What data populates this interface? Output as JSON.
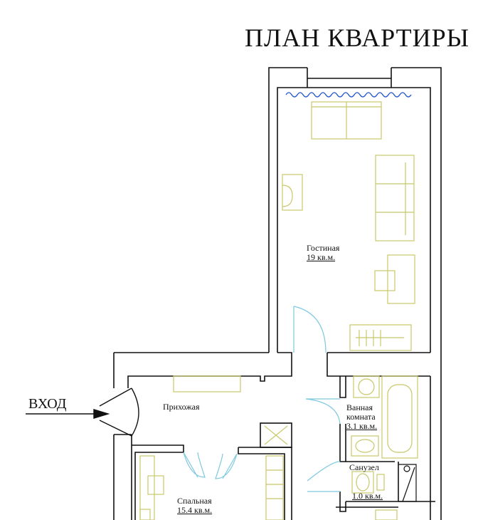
{
  "title": "ПЛАН КВАРТИРЫ",
  "entrance": "ВХОД",
  "rooms": {
    "living": {
      "name": "Гостиная",
      "area": "19 кв.м."
    },
    "hall": {
      "name": "Прихожая"
    },
    "bathroom": {
      "name_line1": "Ванная",
      "name_line2": "комната",
      "area": "3.1 кв.м."
    },
    "wc": {
      "name": "Санузел",
      "area": "1.0 кв.м."
    },
    "bedroom": {
      "name": "Спальная",
      "area": "15.4 кв.м."
    }
  },
  "colors": {
    "wall": "#111111",
    "furniture": "#c8c86a",
    "door": "#7ec8e0",
    "window": "#1a4fd0"
  }
}
